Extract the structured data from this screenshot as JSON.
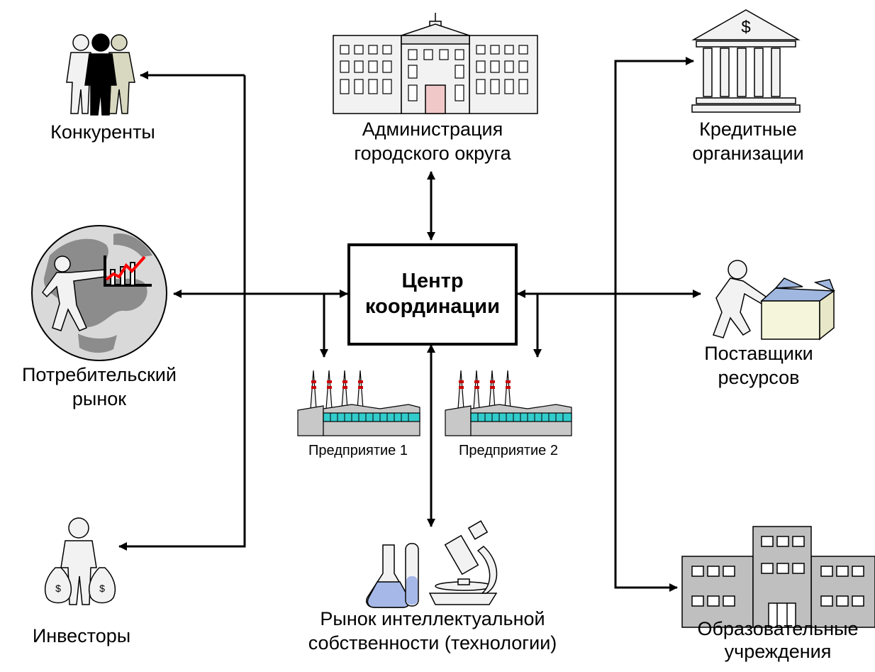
{
  "center": {
    "line1": "Центр",
    "line2": "координации"
  },
  "entities": {
    "competitors": {
      "label": "Конкуренты"
    },
    "consumer_market": {
      "line1": "Потребительский",
      "line2": "рынок"
    },
    "investors": {
      "label": "Инвесторы"
    },
    "administration": {
      "line1": "Администрация",
      "line2": "городского округа"
    },
    "enterprise_1": {
      "label": "Предприятие 1"
    },
    "enterprise_2": {
      "label": "Предприятие 2"
    },
    "ip_market": {
      "line1": "Рынок интеллектуальной",
      "line2": "собственности (технологии)"
    },
    "credit_orgs": {
      "line1": "Кредитные",
      "line2": "организации"
    },
    "suppliers": {
      "line1": "Поставщики",
      "line2": "ресурсов"
    },
    "education": {
      "line1": "Образовательные",
      "line2": "учреждения"
    }
  },
  "icons": {
    "bank_symbol": "$",
    "money_bag_symbol": "$"
  },
  "colors": {
    "line": "#000000",
    "building_fill": "#f2f2f2",
    "school_fill": "#bfbfbf",
    "factory_fill": "#c8c8c8",
    "factory_window": "#33cccc",
    "chimney_stripe": "#cc0000",
    "chart_line": "#ff0000",
    "globe_land": "#8c8c8c",
    "person_light": "#f2f2f2",
    "person_khaki": "#d8d8c0",
    "box_blue": "#a0b8e0",
    "box_cream": "#f5f5dc",
    "flask_liquid": "#a6b8e8"
  }
}
